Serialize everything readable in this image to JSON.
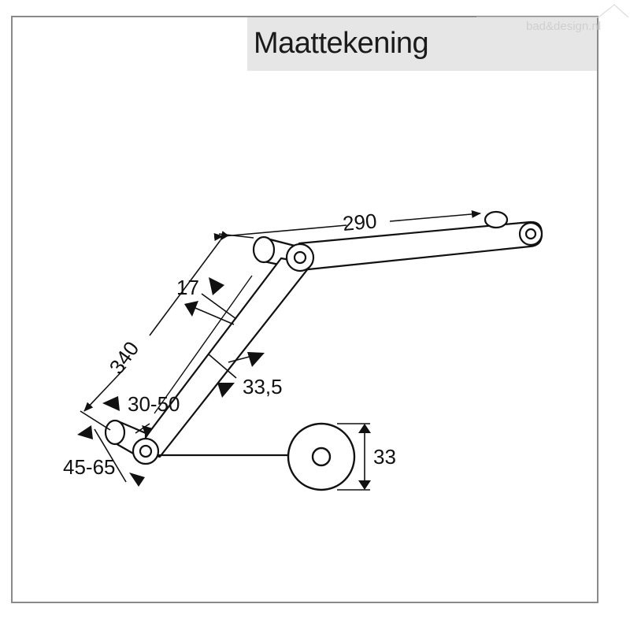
{
  "title": "Maattekening",
  "watermark": {
    "text": "bad&design.nl"
  },
  "dimensions": {
    "upper_arm_length": "290",
    "lower_arm_length": "340",
    "arm_width": "17",
    "arm_depth": "33,5",
    "inner_range": "30-50",
    "outer_range": "45-65",
    "knob_diameter": "33"
  },
  "colors": {
    "frame": "#8a8a8a",
    "title_bar": "#e6e6e6",
    "line": "#111111"
  }
}
